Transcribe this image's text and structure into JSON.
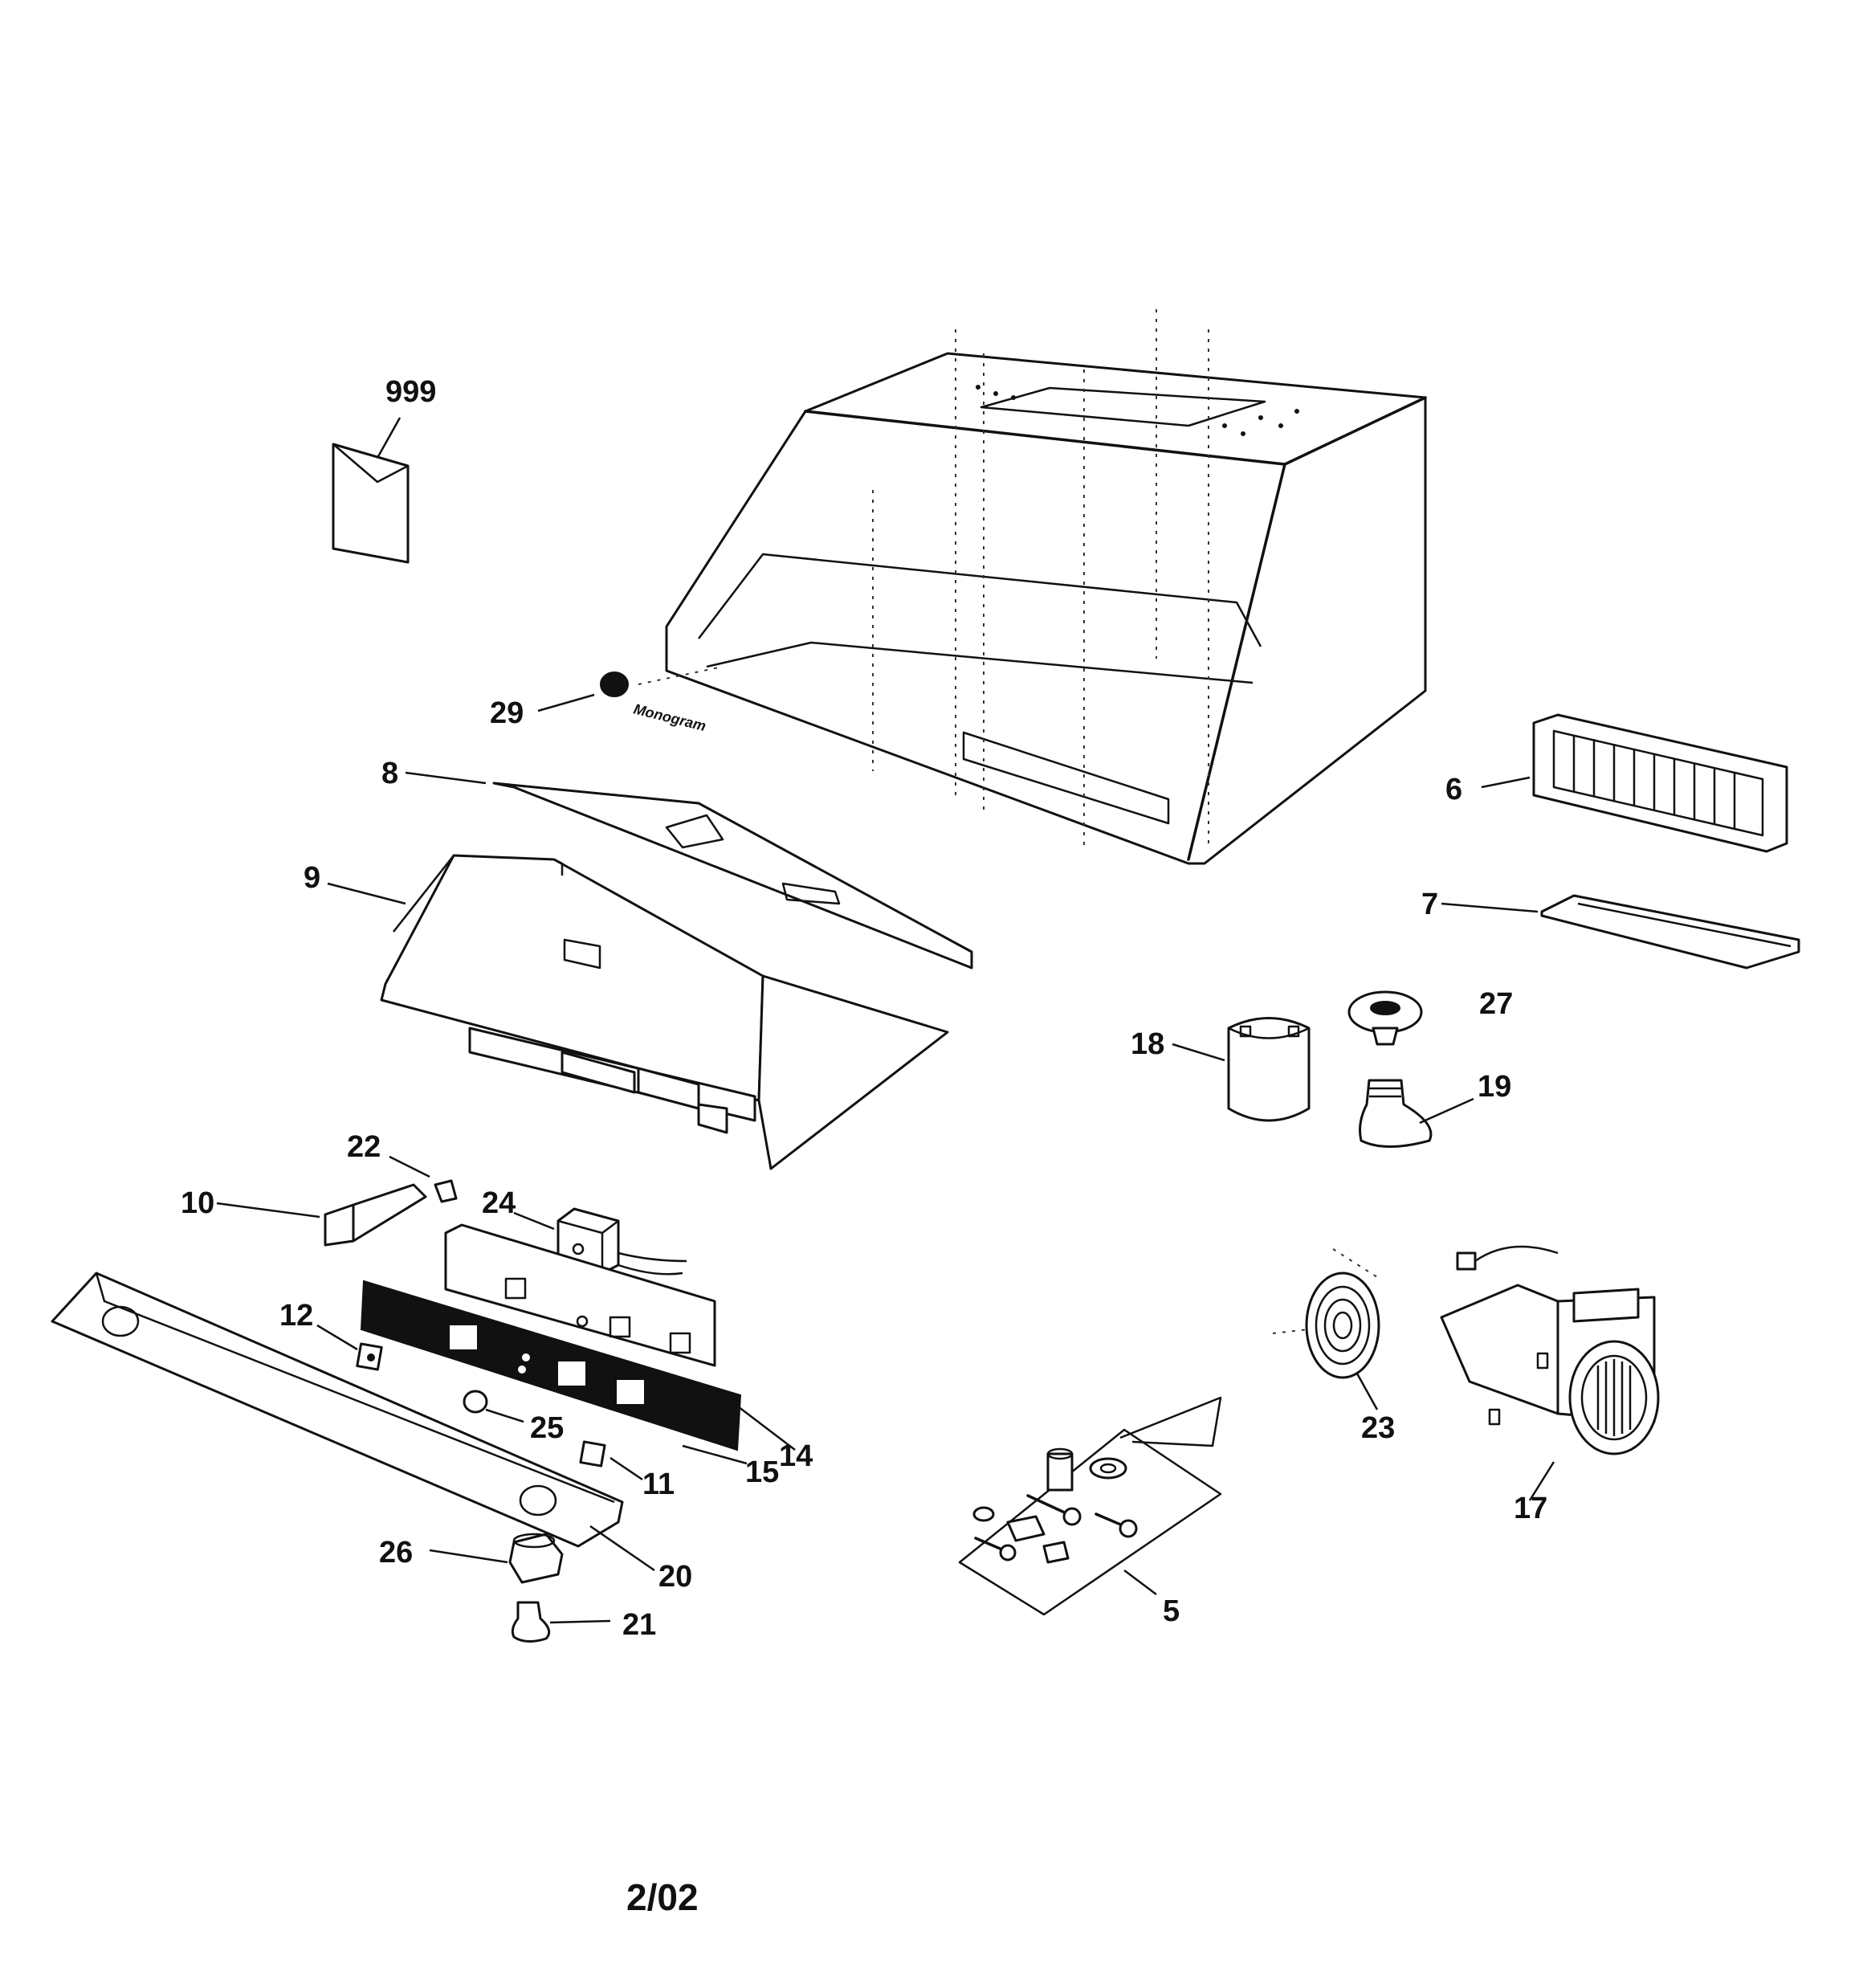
{
  "callouts": [
    {
      "id": "c999",
      "label": "999"
    },
    {
      "id": "c29",
      "label": "29"
    },
    {
      "id": "c8",
      "label": "8"
    },
    {
      "id": "c9",
      "label": "9"
    },
    {
      "id": "c6",
      "label": "6"
    },
    {
      "id": "c7",
      "label": "7"
    },
    {
      "id": "c27",
      "label": "27"
    },
    {
      "id": "c18",
      "label": "18"
    },
    {
      "id": "c19",
      "label": "19"
    },
    {
      "id": "c22",
      "label": "22"
    },
    {
      "id": "c10",
      "label": "10"
    },
    {
      "id": "c24",
      "label": "24"
    },
    {
      "id": "c12",
      "label": "12"
    },
    {
      "id": "c25",
      "label": "25"
    },
    {
      "id": "c14",
      "label": "14"
    },
    {
      "id": "c15",
      "label": "15"
    },
    {
      "id": "c11",
      "label": "11"
    },
    {
      "id": "c23",
      "label": "23"
    },
    {
      "id": "c17",
      "label": "17"
    },
    {
      "id": "c26",
      "label": "26"
    },
    {
      "id": "c20",
      "label": "20"
    },
    {
      "id": "c21",
      "label": "21"
    },
    {
      "id": "c5",
      "label": "5"
    }
  ],
  "date_code": "2/02",
  "brand_badge": "Monogram"
}
